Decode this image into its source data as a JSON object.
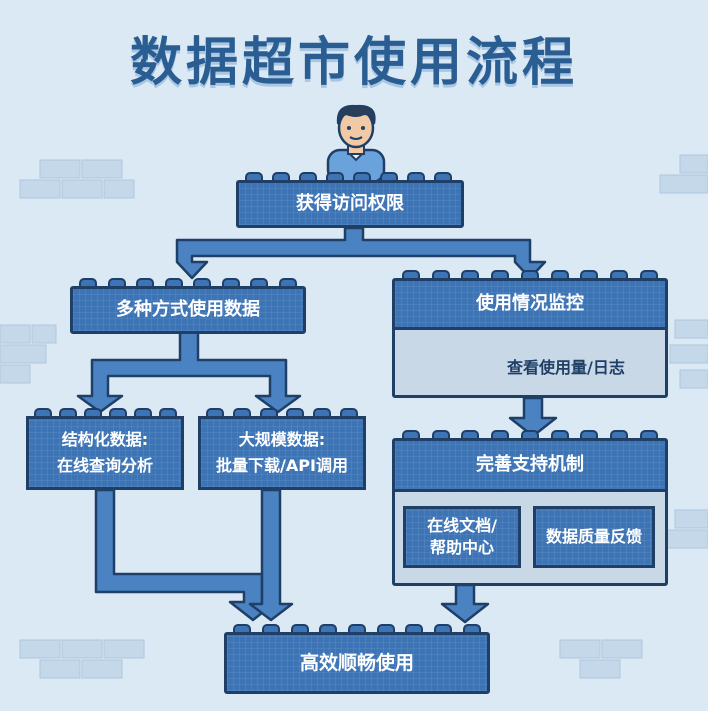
{
  "title": "数据超市使用流程",
  "nodes": {
    "access": "获得访问权限",
    "ways": "多种方式使用数据",
    "monitor": "使用情况监控",
    "monitor_detail": "查看使用量/日志",
    "structured_1": "结构化数据:",
    "structured_2": "在线查询分析",
    "largescale_1": "大规模数据:",
    "largescale_2": "批量下载/API调用",
    "support": "完善支持机制",
    "docs_1": "在线文档/",
    "docs_2": "帮助中心",
    "feedback": "数据质量反馈",
    "final": "高效顺畅使用"
  },
  "colors": {
    "block": "#3c74b6",
    "outline": "#1f3f66",
    "arrow": "#4a82c2",
    "background": "#dbe9f5",
    "title": "#2a5d92"
  }
}
